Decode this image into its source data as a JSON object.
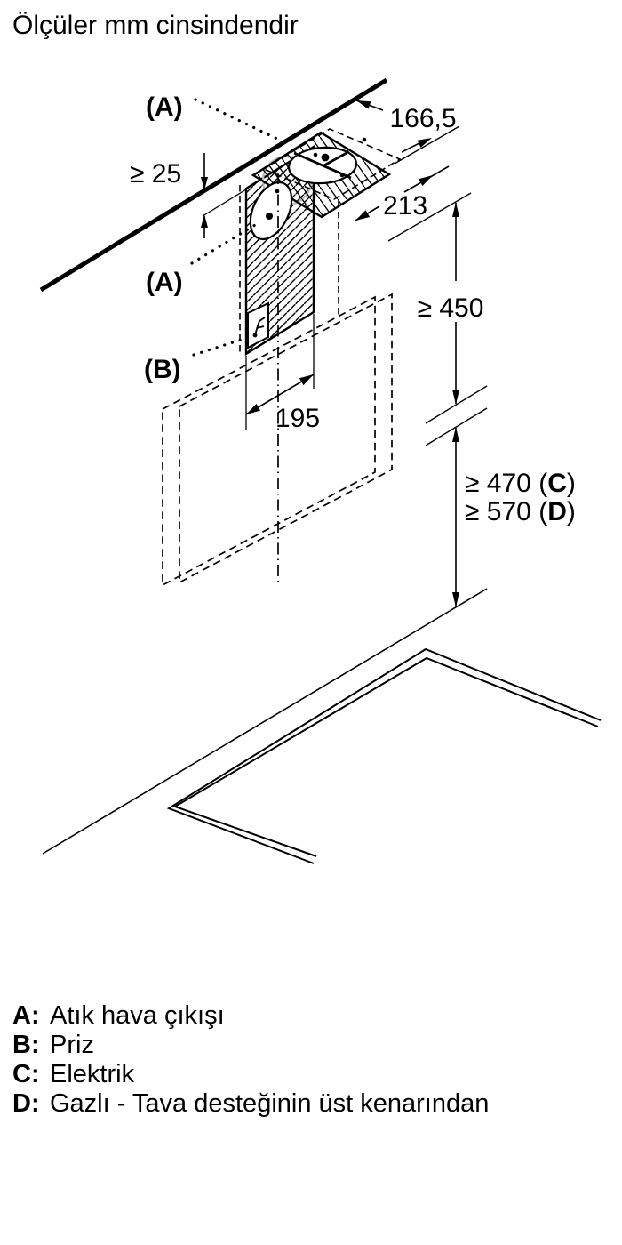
{
  "title": "Ölçüler mm cinsindendir",
  "colors": {
    "ink": "#000000",
    "background": "#ffffff",
    "duct_gray": "#b9b9b9"
  },
  "callouts": {
    "vent_top": "(A)",
    "vent_wall": "(A)",
    "socket": "(B)"
  },
  "dimensions": {
    "ceiling_depth": "166,5",
    "min_top_clearance": "≥ 25",
    "chimney_depth": "213",
    "min_wall_height": "≥ 450",
    "duct_cutout_width": "195",
    "min_electric": {
      "prefix": "≥ 470 (",
      "key": "C",
      "suffix": ")"
    },
    "min_gas": {
      "prefix": "≥ 570 (",
      "key": "D",
      "suffix": ")"
    }
  },
  "legend": {
    "items": [
      {
        "key": "A:",
        "label": "Atık hava çıkışı"
      },
      {
        "key": "B:",
        "label": "Priz"
      },
      {
        "key": "C:",
        "label": "Elektrik"
      },
      {
        "key": "D:",
        "label": "Gazlı - Tava desteğinin üst kenarından"
      }
    ]
  }
}
